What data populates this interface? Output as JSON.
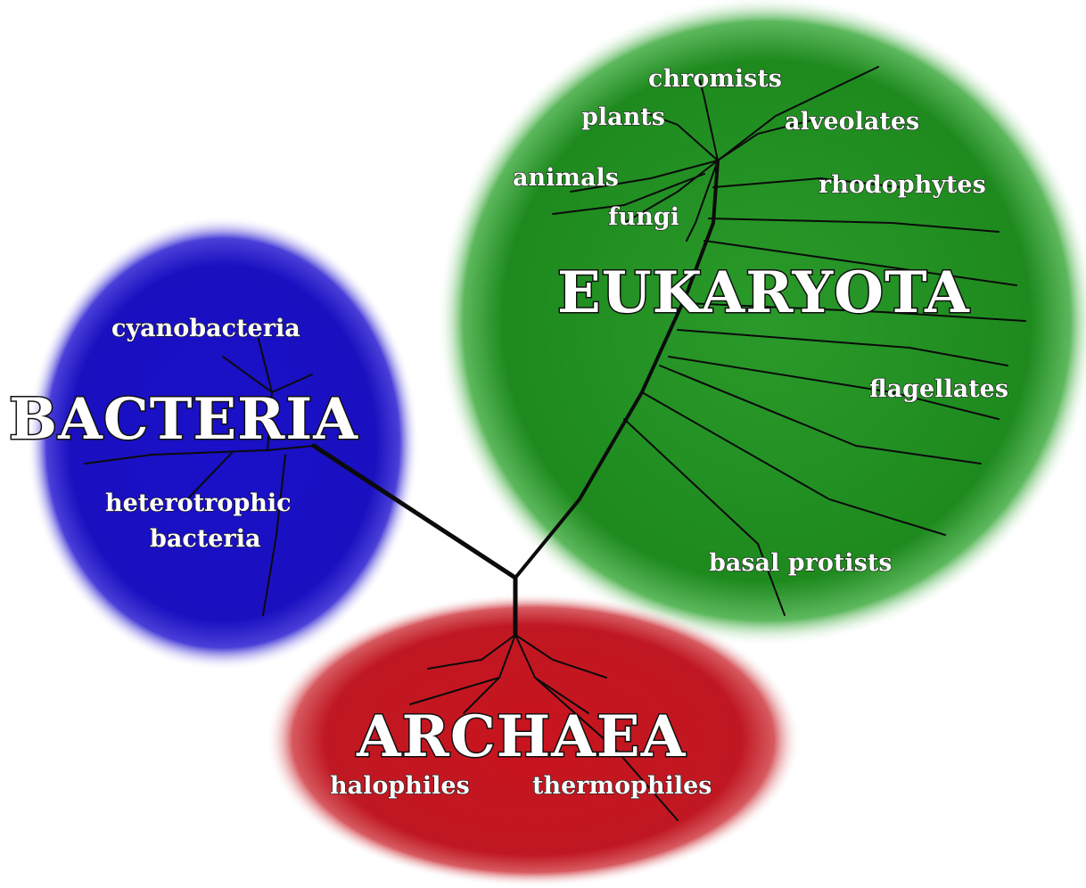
{
  "domains": {
    "bacteria": {
      "name": "BACTERIA",
      "color": "#1a10c8",
      "groups": [
        "cyanobacteria",
        "heterotrophic",
        "bacteria"
      ]
    },
    "eukaryota": {
      "name": "EUKARYOTA",
      "color": "#1e8a1e",
      "groups": [
        "chromists",
        "plants",
        "alveolates",
        "animals",
        "rhodophytes",
        "fungi",
        "flagellates",
        "basal protists"
      ]
    },
    "archaea": {
      "name": "ARCHAEA",
      "color": "#c8141e",
      "groups": [
        "halophiles",
        "thermophiles"
      ]
    }
  }
}
